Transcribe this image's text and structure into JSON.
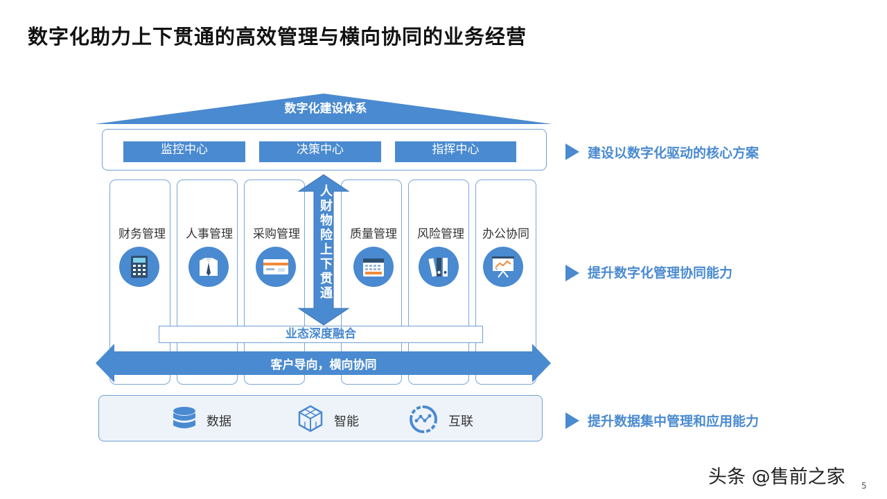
{
  "title": "数字化助力上下贯通的高效管理与横向协同的业务经营",
  "roof": {
    "label": "数字化建设体系"
  },
  "centers": [
    {
      "label": "监控中心"
    },
    {
      "label": "决策中心"
    },
    {
      "label": "指挥中心"
    }
  ],
  "pillars": [
    {
      "label": "财务管理",
      "icon": "calculator-icon"
    },
    {
      "label": "人事管理",
      "icon": "shirt-tie-icon"
    },
    {
      "label": "采购管理",
      "icon": "card-icon"
    },
    {
      "label": "质量管理",
      "icon": "calendar-icon"
    },
    {
      "label": "风险管理",
      "icon": "binders-icon"
    },
    {
      "label": "办公协同",
      "icon": "presentation-board-icon"
    }
  ],
  "vertical_arrow": {
    "label": "人财物险上下贯通"
  },
  "fusion": {
    "label": "业态深度融合"
  },
  "horizontal_arrow": {
    "label": "客户导向，横向协同"
  },
  "foundation": [
    {
      "label": "数据",
      "icon": "database-icon"
    },
    {
      "label": "智能",
      "icon": "cube-network-icon"
    },
    {
      "label": "互联",
      "icon": "network-cycle-icon"
    }
  ],
  "right_labels": [
    {
      "label": "建设以数字化驱动的核心方案"
    },
    {
      "label": "提升数字化管理协同能力"
    },
    {
      "label": "提升数据集中管理和应用能力"
    }
  ],
  "watermark": "头条 @售前之家",
  "page_number": "5",
  "colors": {
    "accent": "#4a8ad0",
    "border": "#6e9fd0",
    "foundation_bg": "#eef3f9"
  }
}
